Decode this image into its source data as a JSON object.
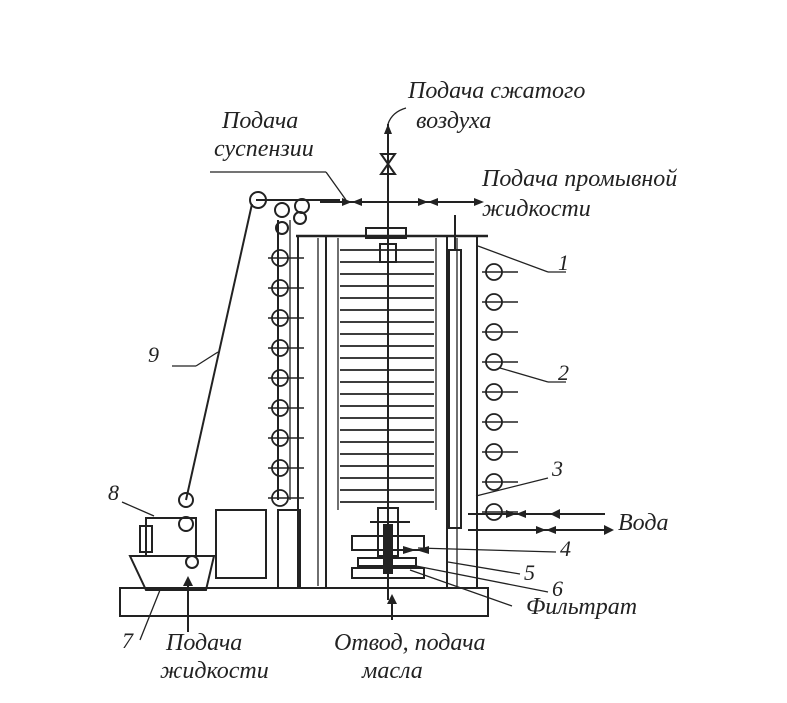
{
  "title": "",
  "labels": {
    "compressed_air_1": "Подача сжатого",
    "compressed_air_2": "воздуха",
    "suspension_1": "Подача",
    "suspension_2": "суспензии",
    "wash_liquid_1": "Подача промывной",
    "wash_liquid_2": "жидкости",
    "water": "Вода",
    "filtrate": "Фильтрат",
    "liquid_feed_1": "Подача",
    "liquid_feed_2": "жидкости",
    "oil_1": "Отвод, подача",
    "oil_2": "масла"
  },
  "callouts": {
    "n1": "1",
    "n2": "2",
    "n3": "3",
    "n4": "4",
    "n5": "5",
    "n6": "6",
    "n7": "7",
    "n8": "8",
    "n9": "9"
  }
}
